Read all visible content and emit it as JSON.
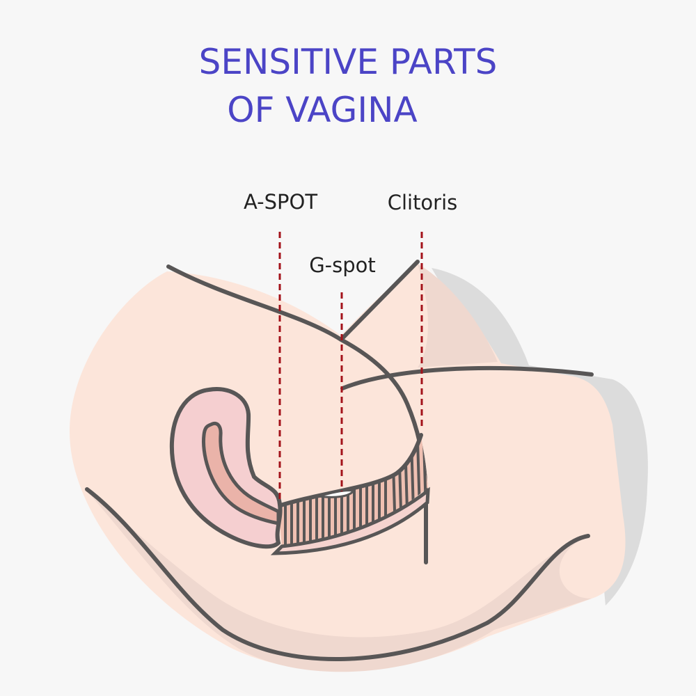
{
  "title": {
    "line1": "SENSITIVE PARTS",
    "line2": "OF VAGINA"
  },
  "labels": {
    "a_spot": "A-SPOT",
    "g_spot": "G-spot",
    "clitoris": "Clitoris"
  },
  "colors": {
    "title": "#4b44c6",
    "skin": "#fce5da",
    "outline": "#585656",
    "marker": "#a3121a",
    "uterus": "#f5cfd0"
  }
}
